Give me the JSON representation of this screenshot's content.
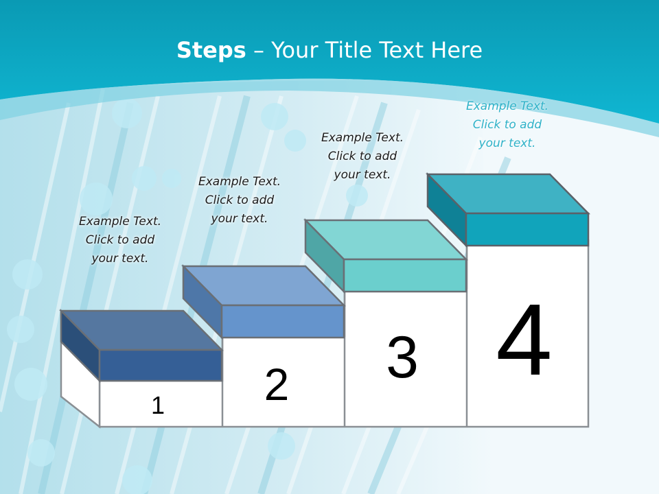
{
  "title": {
    "bold": "Steps",
    "rest": " – Your Title Text Here"
  },
  "steps": [
    {
      "number": "1",
      "caption": [
        "Example Text.",
        "Click  to add",
        "your text."
      ],
      "top_color": "#5577a0",
      "front_color": "#355f96",
      "side_color": "#2b4f79"
    },
    {
      "number": "2",
      "caption": [
        "Example Text.",
        "Click  to add",
        "your text."
      ],
      "top_color": "#7fa5d2",
      "front_color": "#6594cc",
      "side_color": "#4e77a8"
    },
    {
      "number": "3",
      "caption": [
        "Example Text.",
        "Click  to add",
        "your text."
      ],
      "top_color": "#82d6d4",
      "front_color": "#6bcfcd",
      "side_color": "#4fa6a6"
    },
    {
      "number": "4",
      "caption": [
        "Example Text.",
        "Click  to add",
        "your text."
      ],
      "top_color": "#3fb2c4",
      "front_color": "#11a4bb",
      "side_color": "#0f8196"
    }
  ],
  "colors": {
    "header": "#0db0cc",
    "header_dark": "#0a93ad",
    "background": "#f2f9fc"
  }
}
